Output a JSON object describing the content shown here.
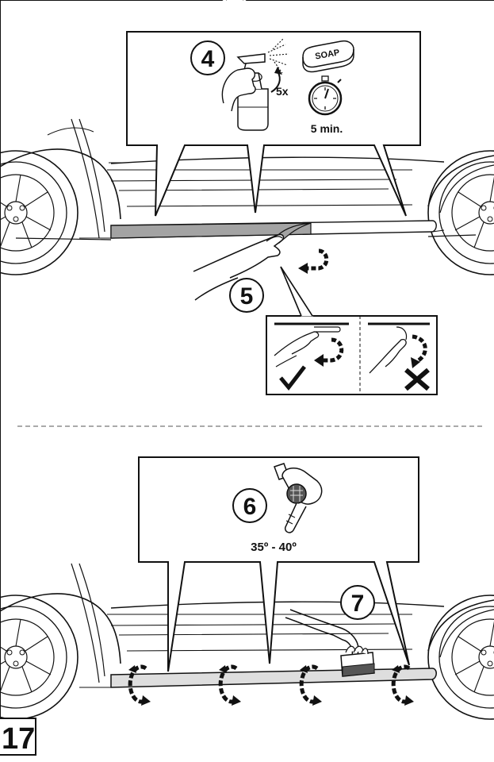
{
  "page_number": "17",
  "steps": {
    "step4": {
      "number": "4",
      "spray_count": "5x",
      "soap_label": "SOAP",
      "wait_time": "5 min."
    },
    "step5": {
      "number": "5"
    },
    "step6": {
      "number": "6",
      "temperature": "35º - 40º"
    },
    "step7": {
      "number": "7"
    }
  },
  "icons": [
    "spray-bottle-icon",
    "soap-icon",
    "stopwatch-icon",
    "hand-icon",
    "peel-arrow-icon",
    "check-icon",
    "cross-icon",
    "hair-dryer-icon",
    "squeegee-icon",
    "heat-rotation-icon"
  ],
  "colors": {
    "line": "#111111",
    "strip": "#a3a3a3",
    "heat_zone": "#dedede"
  }
}
